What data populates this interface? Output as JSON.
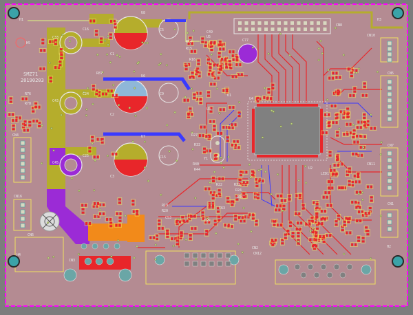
{
  "board": {
    "title_line1": "SMZ71",
    "title_line2": "20190203",
    "colors": {
      "substrate": "#b48b92",
      "outline": "#ff00ff",
      "copper_top": "#e8262a",
      "copper_bottom": "#3a3aff",
      "silkscreen": "#f0e060",
      "pour_purple": "#9b2bd6",
      "pour_olive": "#b5ad2c",
      "pour_orange": "#f28a1a",
      "pad": "#d8d8c0",
      "via": "#b9d27a"
    }
  },
  "labels": {
    "mounting_holes": [
      "H1",
      "H2",
      "H3",
      "H4",
      "H5"
    ],
    "connectors": [
      "CN1",
      "CN2",
      "CN3",
      "CN4",
      "CN5",
      "CN6",
      "CN7",
      "CN8",
      "CN10",
      "CN11",
      "CN12",
      "CN16"
    ],
    "ics": [
      "U1",
      "U2",
      "U3",
      "U4",
      "U5",
      "U6",
      "U7",
      "U8",
      "Y1",
      "LED1"
    ],
    "caps": [
      "C1",
      "C2",
      "C3",
      "C5",
      "C9",
      "C15",
      "C16",
      "C24",
      "C25",
      "C33",
      "C43",
      "C45",
      "C49",
      "C53",
      "C55",
      "C63",
      "C77"
    ],
    "resistors": [
      "R14",
      "R15",
      "R16",
      "R19",
      "R20",
      "R22",
      "R23",
      "R24",
      "R27",
      "R33",
      "R36",
      "R40",
      "R44",
      "R76",
      "R78",
      "R87"
    ]
  }
}
